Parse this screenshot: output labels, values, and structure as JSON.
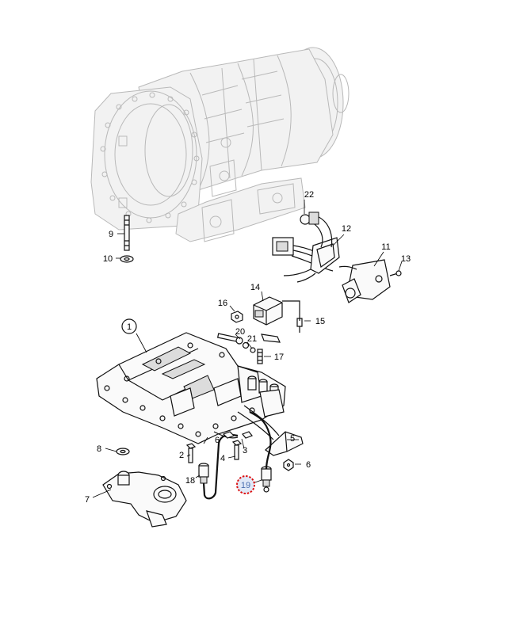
{
  "callouts": {
    "c1": "1",
    "c2": "2",
    "c3": "3",
    "c4": "4",
    "c5": "5",
    "c6a": "6",
    "c6b": "6",
    "c7": "7",
    "c8": "8",
    "c9": "9",
    "c10": "10",
    "c11": "11",
    "c12": "12",
    "c13": "13",
    "c14": "14",
    "c15": "15",
    "c16": "16",
    "c17": "17",
    "c18": "18",
    "c19": "19",
    "c20": "20",
    "c21": "21",
    "c22": "22"
  },
  "highlight": {
    "callout": "19",
    "color": "#dd1111"
  },
  "colors": {
    "ghost": "#b9b9b9",
    "ink": "#111111",
    "background": "#ffffff"
  }
}
